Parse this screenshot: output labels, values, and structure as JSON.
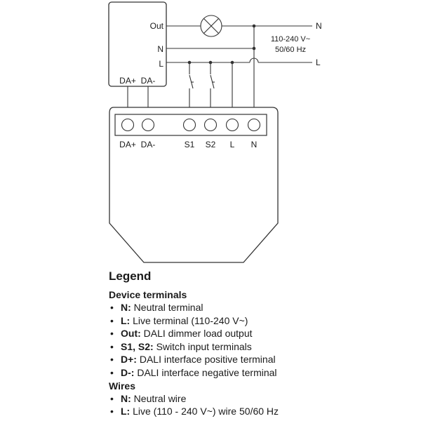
{
  "diagram": {
    "dimmer": {
      "out_label": "Out",
      "n_label": "N",
      "l_label": "L",
      "da_plus_label": "DA+",
      "da_minus_label": "DA-"
    },
    "supply": {
      "n_label": "N",
      "l_label": "L",
      "voltage_label": "110-240 V~",
      "frequency_label": "50/60 Hz"
    },
    "device_terminals": [
      "DA+",
      "DA-",
      "S1",
      "S2",
      "L",
      "N"
    ]
  },
  "legend": {
    "title": "Legend",
    "device_terminals_title": "Device terminals",
    "device_terminals": [
      {
        "term": "N:",
        "desc": " Neutral terminal"
      },
      {
        "term": "L:",
        "desc": " Live terminal (110-240 V~)"
      },
      {
        "term": "Out:",
        "desc": " DALI dimmer load output"
      },
      {
        "term": "S1, S2:",
        "desc": " Switch input terminals"
      },
      {
        "term": "D+:",
        "desc": " DALI interface positive terminal"
      },
      {
        "term": "D-:",
        "desc": " DALI interface negative terminal"
      }
    ],
    "wires_title": "Wires",
    "wires": [
      {
        "term": "N:",
        "desc": " Neutral wire"
      },
      {
        "term": "L:",
        "desc": " Live (110 - 240 V~) wire 50/60 Hz"
      }
    ]
  }
}
